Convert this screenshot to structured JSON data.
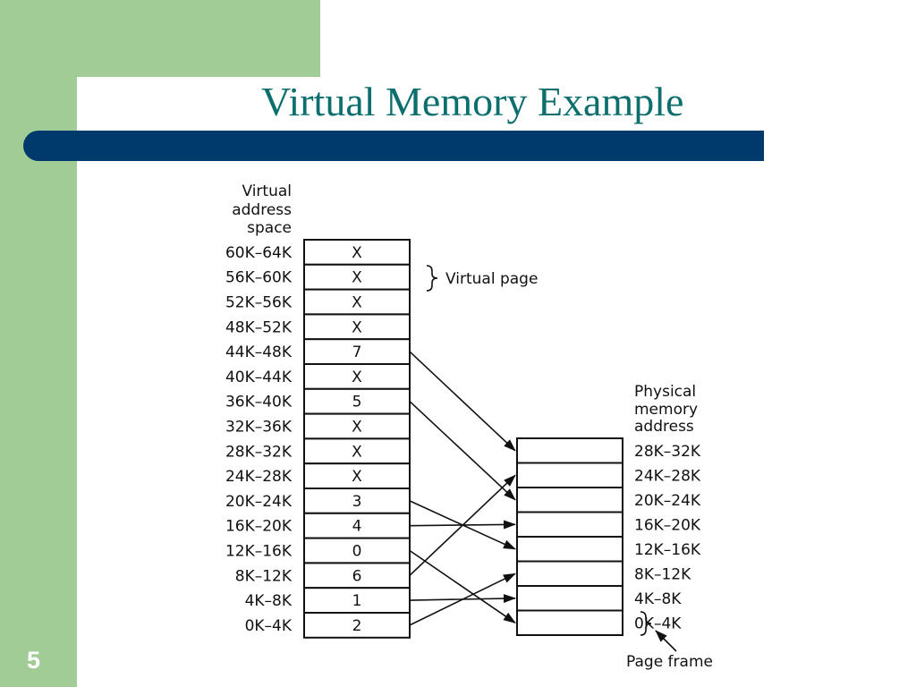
{
  "slide": {
    "title": "Virtual Memory Example",
    "number": "5"
  },
  "diagram": {
    "virtual_heading": [
      "Virtual",
      "address",
      "space"
    ],
    "physical_heading": [
      "Physical",
      "memory",
      "address"
    ],
    "virtual_page_label": "Virtual page",
    "page_frame_label": "Page frame",
    "virtual_pages": [
      {
        "range": "60K–64K",
        "frame": "X"
      },
      {
        "range": "56K–60K",
        "frame": "X"
      },
      {
        "range": "52K–56K",
        "frame": "X"
      },
      {
        "range": "48K–52K",
        "frame": "X"
      },
      {
        "range": "44K–48K",
        "frame": "7"
      },
      {
        "range": "40K–44K",
        "frame": "X"
      },
      {
        "range": "36K–40K",
        "frame": "5"
      },
      {
        "range": "32K–36K",
        "frame": "X"
      },
      {
        "range": "28K–32K",
        "frame": "X"
      },
      {
        "range": "24K–28K",
        "frame": "X"
      },
      {
        "range": "20K–24K",
        "frame": "3"
      },
      {
        "range": "16K–20K",
        "frame": "4"
      },
      {
        "range": "12K–16K",
        "frame": "0"
      },
      {
        "range": "8K–12K",
        "frame": "6"
      },
      {
        "range": "4K–8K",
        "frame": "1"
      },
      {
        "range": "0K–4K",
        "frame": "2"
      }
    ],
    "physical_frames": [
      "28K–32K",
      "24K–28K",
      "20K–24K",
      "16K–20K",
      "12K–16K",
      "8K–12K",
      "4K–8K",
      "0K–4K"
    ],
    "colors": {
      "line": "#111111",
      "cell_fill": "#ffffff"
    }
  }
}
